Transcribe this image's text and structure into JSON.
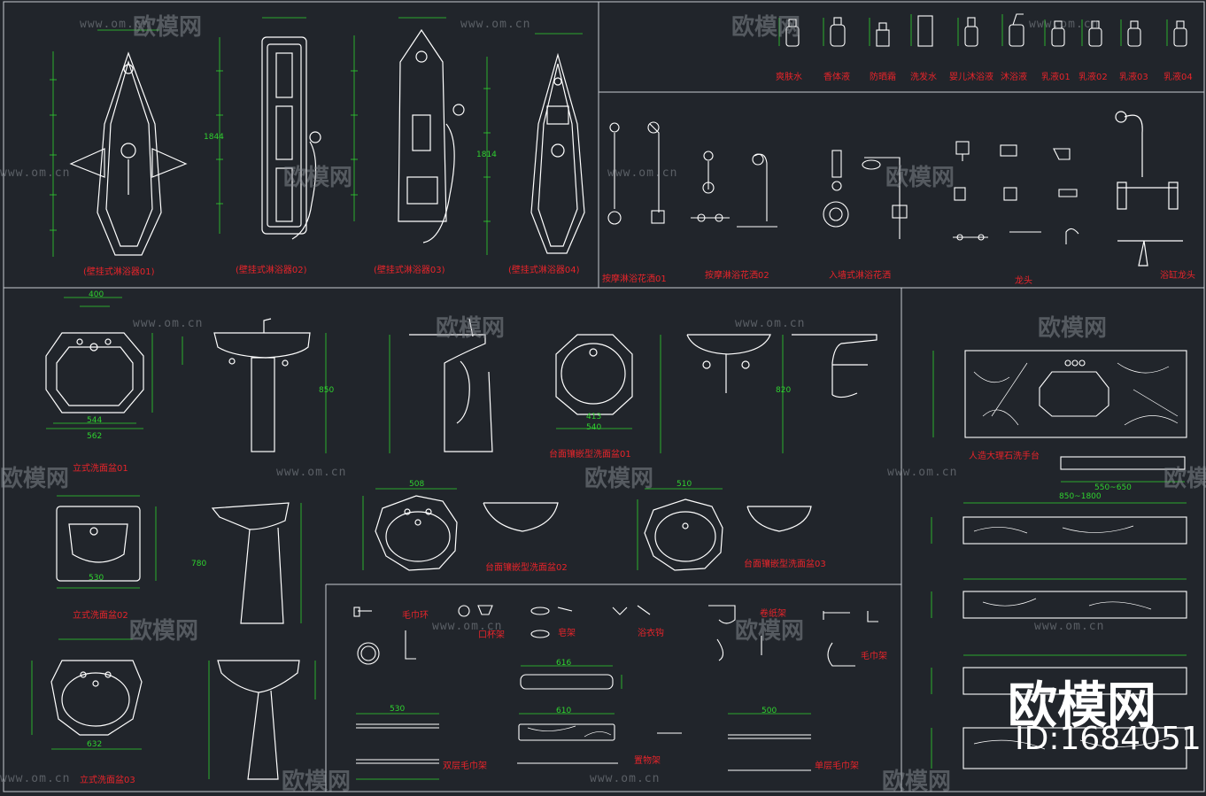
{
  "watermark": {
    "url": "www.om.cn",
    "brand": "欧模网",
    "big": "欧模网",
    "id": "ID:1684051"
  },
  "labels": {
    "shower_panel_1": "(壁挂式淋浴器01)",
    "shower_panel_2": "(壁挂式淋浴器02)",
    "shower_panel_3": "(壁挂式淋浴器03)",
    "shower_panel_4": "(壁挂式淋浴器04)",
    "bottle_1": "爽肤水",
    "bottle_2": "香体液",
    "bottle_3": "防晒霜",
    "bottle_4": "洗发水",
    "bottle_5": "婴儿沐浴液",
    "bottle_6": "沐浴液",
    "bottle_7": "乳液01",
    "bottle_8": "乳液02",
    "bottle_9": "乳液03",
    "bottle_10": "乳液04",
    "massage_shower_1": "按摩淋浴花洒01",
    "massage_shower_2": "按摩淋浴花洒02",
    "wall_shower": "入墙式淋浴花洒",
    "faucet": "龙头",
    "tub_faucet": "浴缸龙头",
    "pedestal_basin_1": "立式洗面盆01",
    "counter_basin_1": "台面镶嵌型洗面盆01",
    "marble_counter": "人造大理石洗手台",
    "pedestal_basin_2": "立式洗面盆02",
    "counter_basin_2": "台面镶嵌型洗面盆02",
    "counter_basin_3": "台面镶嵌型洗面盆03",
    "towel_ring": "毛巾环",
    "cup_holder": "口杯架",
    "soap_holder": "皂架",
    "robe_hook": "浴衣钩",
    "paper_holder": "卷纸架",
    "towel_rack": "毛巾架",
    "pedestal_basin_3": "立式洗面盆03",
    "double_towel_bar": "双层毛巾架",
    "shelf": "置物架",
    "single_towel_bar": "单层毛巾架"
  },
  "dimensions": {
    "width_400": "400",
    "width_562": "562",
    "width_544": "544",
    "width_530": "530",
    "width_632": "632",
    "width_413": "413",
    "width_540": "540",
    "width_508": "508",
    "width_510": "510",
    "height_850": "850",
    "height_820": "820",
    "height_780": "780",
    "height_1844": "1844",
    "height_1814": "1814",
    "range_550_650": "550~650",
    "range_850_1800": "850~1800",
    "len_616": "616",
    "len_610": "610",
    "len_500": "500",
    "len_530": "530"
  },
  "colors": {
    "background": "#21252b",
    "lines": "#ffffff",
    "dimensions": "#2fd22f",
    "labels": "#e8242a",
    "frame": "#c8ccd2"
  }
}
